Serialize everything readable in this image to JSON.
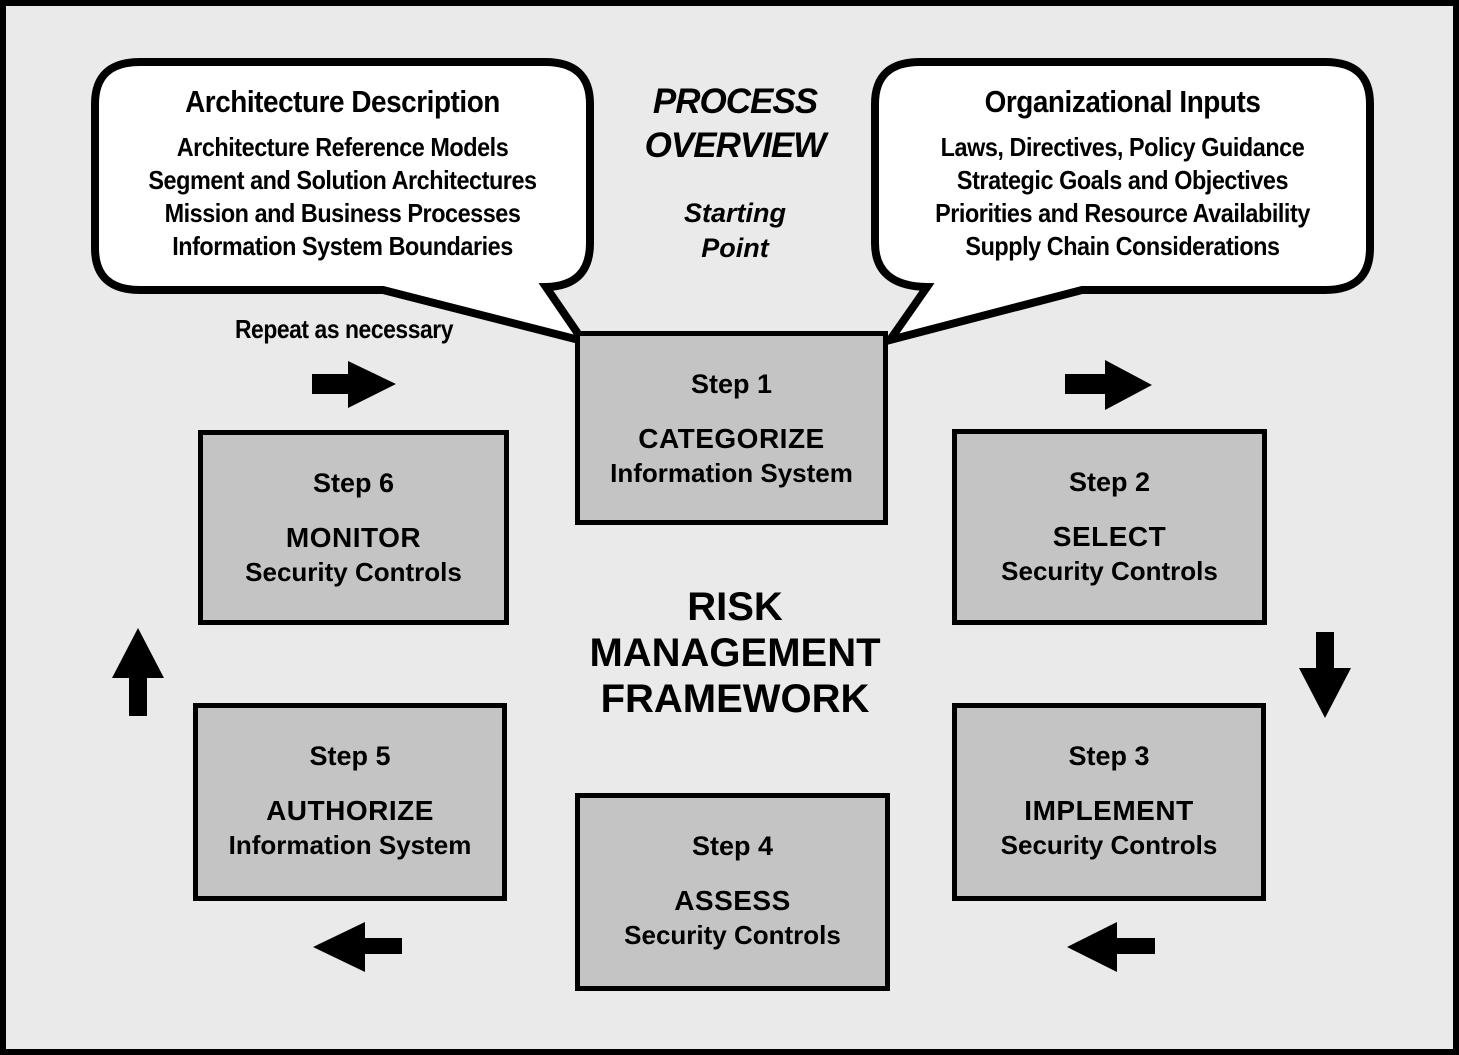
{
  "diagram": {
    "overview_title": [
      "PROCESS",
      "OVERVIEW"
    ],
    "starting_point": [
      "Starting",
      "Point"
    ],
    "repeat_label": "Repeat as necessary",
    "center_title": [
      "RISK",
      "MANAGEMENT",
      "FRAMEWORK"
    ]
  },
  "callouts": {
    "architecture": {
      "title": "Architecture Description",
      "lines": [
        "Architecture Reference Models",
        "Segment and Solution Architectures",
        "Mission and Business Processes",
        "Information System Boundaries"
      ]
    },
    "organizational": {
      "title": "Organizational Inputs",
      "lines": [
        "Laws, Directives, Policy Guidance",
        "Strategic Goals and Objectives",
        "Priorities and Resource Availability",
        "Supply Chain Considerations"
      ]
    }
  },
  "steps": [
    {
      "label": "Step 1",
      "action": "CATEGORIZE",
      "target": "Information System"
    },
    {
      "label": "Step 2",
      "action": "SELECT",
      "target": "Security Controls"
    },
    {
      "label": "Step 3",
      "action": "IMPLEMENT",
      "target": "Security Controls"
    },
    {
      "label": "Step 4",
      "action": "ASSESS",
      "target": "Security Controls"
    },
    {
      "label": "Step 5",
      "action": "AUTHORIZE",
      "target": "Information System"
    },
    {
      "label": "Step 6",
      "action": "MONITOR",
      "target": "Security Controls"
    }
  ],
  "flow_arrows": [
    "right-arrow-top-left",
    "right-arrow-top-right",
    "down-arrow-right",
    "left-arrow-bottom-right",
    "left-arrow-bottom-left",
    "up-arrow-left"
  ],
  "colors": {
    "background": "#eaeaea",
    "box_fill": "#c4c4c4",
    "bubble_fill": "#ffffff",
    "line": "#000000"
  }
}
